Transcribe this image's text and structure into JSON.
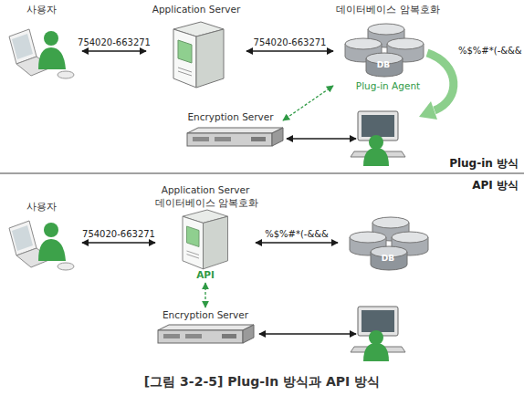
{
  "diagram": {
    "caption": "[그림 3-2-5] Plug-In 방식과 API 방식",
    "nodes": [
      {
        "text": [
          "사용자"
        ]
      },
      {
        "text": [
          "Application Server"
        ]
      },
      {
        "text": [
          "데이터베이스 암복호화",
          "DB",
          "Plug-in Agent"
        ]
      },
      {
        "text": [
          "Encryption Server"
        ]
      },
      {
        "text": [
          "사용자"
        ]
      },
      {
        "text": [
          "Application Server",
          "데이터베이스 암복호화",
          "API"
        ]
      },
      {
        "text": [
          "DB"
        ]
      },
      {
        "text": [
          "Encryption Server"
        ]
      }
    ],
    "edges": [
      {
        "from": 0,
        "to": 1,
        "label": "754020-663271",
        "arrow": "both"
      },
      {
        "from": 1,
        "to": 2,
        "label": "754020-663271",
        "arrow": "both"
      },
      {
        "from": 2,
        "to": 3,
        "arrow": "both"
      },
      {
        "from": 4,
        "to": 5,
        "label": "754020-663271",
        "arrow": "both"
      },
      {
        "from": 5,
        "to": 6,
        "label": "%$%#*(-&&&",
        "arrow": "both"
      },
      {
        "from": 5,
        "to": 7,
        "arrow": "both"
      }
    ],
    "labels": [
      "%$%#*(-&&&",
      "Plug-in 방식",
      "API 방식"
    ]
  }
}
